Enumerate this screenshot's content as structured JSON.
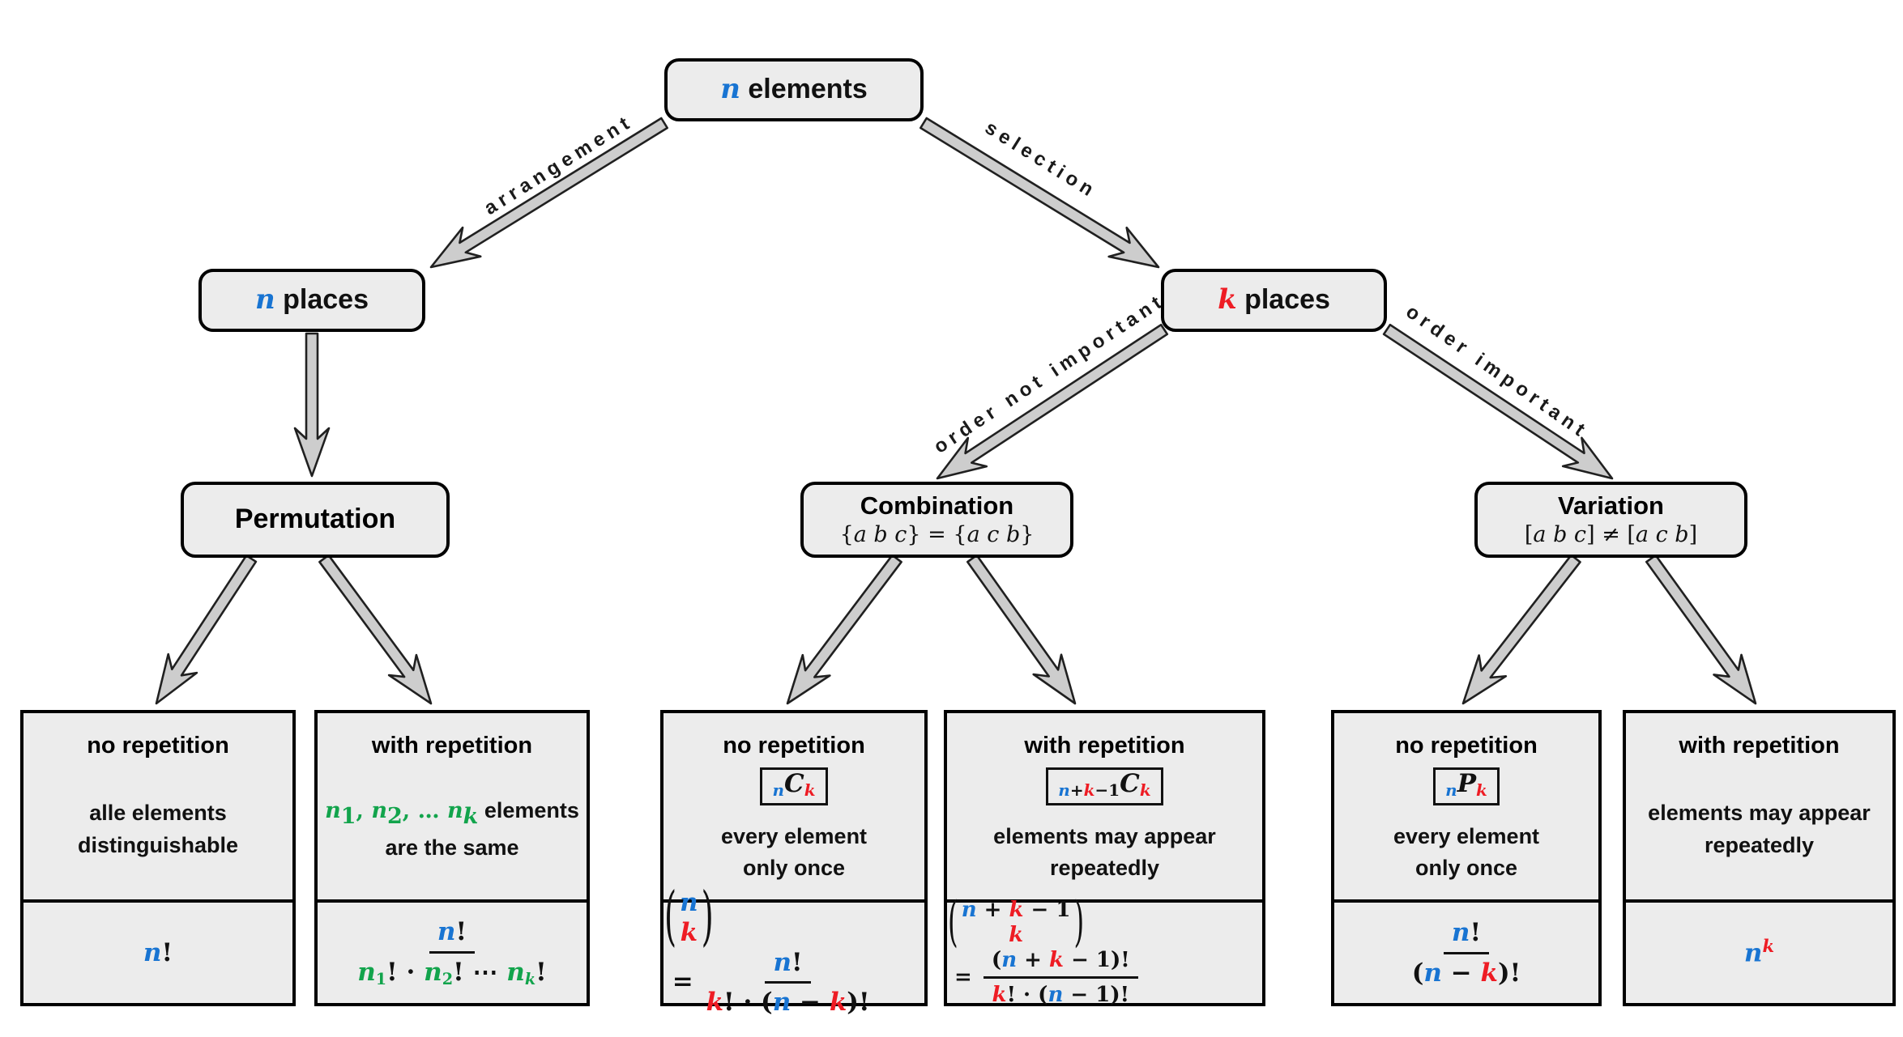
{
  "colors": {
    "blue": "#1874d2",
    "red": "#ee1c24",
    "green": "#12a44c",
    "box_fill": "#ececec",
    "arrow_fill": "#cdcdcd"
  },
  "edges": {
    "arrangement": "arrangement",
    "selection": "selection",
    "order_not_important": "order not important",
    "order_important": "order important"
  },
  "nodes": {
    "root": {
      "title": [
        {
          "t": "n",
          "c": "blue",
          "i": 1
        },
        {
          "t": " elements",
          "f": "sans"
        }
      ]
    },
    "n_places": {
      "title": [
        {
          "t": "n",
          "c": "blue",
          "i": 1
        },
        {
          "t": " places",
          "f": "sans"
        }
      ]
    },
    "k_places": {
      "title": [
        {
          "t": "k",
          "c": "red",
          "i": 1
        },
        {
          "t": " places",
          "f": "sans"
        }
      ]
    },
    "permutation": {
      "title": "Permutation"
    },
    "combination": {
      "title": "Combination",
      "subtitle": [
        {
          "t": "{"
        },
        {
          "t": "a b c",
          "i": 1
        },
        {
          "t": "} = {"
        },
        {
          "t": "a c b",
          "i": 1
        },
        {
          "t": "}"
        }
      ]
    },
    "variation": {
      "title": "Variation",
      "subtitle": [
        {
          "t": "["
        },
        {
          "t": "a b c",
          "i": 1
        },
        {
          "t": "] ≠ ["
        },
        {
          "t": "a c b",
          "i": 1
        },
        {
          "t": "]"
        }
      ]
    }
  },
  "leaves": [
    {
      "header": "no repetition",
      "desc": [
        {
          "t": "alle elements",
          "f": "sans"
        },
        {
          "br": 1
        },
        {
          "t": "distinguishable",
          "f": "sans"
        }
      ],
      "formula": [
        {
          "t": "n",
          "c": "blue",
          "i": 1
        },
        {
          "t": "!"
        }
      ]
    },
    {
      "header": "with repetition",
      "desc": [
        {
          "t": "n",
          "c": "green",
          "i": 1
        },
        {
          "t": "1",
          "c": "green",
          "sub": 1
        },
        {
          "t": ", ",
          "c": "green"
        },
        {
          "t": "n",
          "c": "green",
          "i": 1
        },
        {
          "t": "2",
          "c": "green",
          "sub": 1
        },
        {
          "t": ", … ",
          "c": "green"
        },
        {
          "t": "n",
          "c": "green",
          "i": 1
        },
        {
          "t": "k",
          "c": "green",
          "i": 1,
          "sub": 1
        },
        {
          "t": " elements",
          "f": "sans"
        },
        {
          "br": 1
        },
        {
          "t": "are the same",
          "f": "sans"
        }
      ],
      "formula": [
        {
          "frac": {
            "num": [
              {
                "t": "n",
                "c": "blue",
                "i": 1
              },
              {
                "t": "!"
              }
            ],
            "den": [
              {
                "t": "n",
                "c": "green",
                "i": 1
              },
              {
                "t": "1",
                "c": "green",
                "sub": 1
              },
              {
                "t": "! · "
              },
              {
                "t": "n",
                "c": "green",
                "i": 1
              },
              {
                "t": "2",
                "c": "green",
                "sub": 1
              },
              {
                "t": "! ⋯ "
              },
              {
                "t": "n",
                "c": "green",
                "i": 1
              },
              {
                "t": "k",
                "c": "green",
                "i": 1,
                "sub": 1
              },
              {
                "t": "!"
              }
            ]
          }
        }
      ]
    },
    {
      "header": "no repetition",
      "badge": [
        {
          "t": "n",
          "c": "blue",
          "i": 1,
          "sub": 1
        },
        {
          "t": "C",
          "i": 1
        },
        {
          "t": "k",
          "c": "red",
          "i": 1,
          "sub": 1
        }
      ],
      "desc": [
        {
          "t": "every element",
          "f": "sans"
        },
        {
          "br": 1
        },
        {
          "t": "only once",
          "f": "sans"
        }
      ],
      "formula": [
        {
          "binom": {
            "top": [
              {
                "t": "n",
                "c": "blue",
                "i": 1
              }
            ],
            "bottom": [
              {
                "t": "k",
                "c": "red",
                "i": 1
              }
            ]
          }
        },
        {
          "t": " = "
        },
        {
          "frac": {
            "num": [
              {
                "t": "n",
                "c": "blue",
                "i": 1
              },
              {
                "t": "!"
              }
            ],
            "den": [
              {
                "t": "k",
                "c": "red",
                "i": 1
              },
              {
                "t": "! · ("
              },
              {
                "t": "n",
                "c": "blue",
                "i": 1
              },
              {
                "t": " − "
              },
              {
                "t": "k",
                "c": "red",
                "i": 1
              },
              {
                "t": ")!"
              }
            ]
          }
        }
      ]
    },
    {
      "header": "with repetition",
      "badge": [
        {
          "t": "n",
          "c": "blue",
          "i": 1,
          "sub": 1
        },
        {
          "t": "+",
          "sub": 1
        },
        {
          "t": "k",
          "c": "red",
          "i": 1,
          "sub": 1
        },
        {
          "t": "−1",
          "sub": 1
        },
        {
          "t": "C",
          "i": 1
        },
        {
          "t": "k",
          "c": "red",
          "i": 1,
          "sub": 1
        }
      ],
      "desc": [
        {
          "t": "elements may appear",
          "f": "sans"
        },
        {
          "br": 1
        },
        {
          "t": "repeatedly",
          "f": "sans"
        }
      ],
      "formula": [
        {
          "binom": {
            "top": [
              {
                "t": "n",
                "c": "blue",
                "i": 1
              },
              {
                "t": " + "
              },
              {
                "t": "k",
                "c": "red",
                "i": 1
              },
              {
                "t": " − 1"
              }
            ],
            "bottom": [
              {
                "t": "k",
                "c": "red",
                "i": 1
              }
            ]
          }
        },
        {
          "t": " = "
        },
        {
          "frac": {
            "num": [
              {
                "t": "("
              },
              {
                "t": "n",
                "c": "blue",
                "i": 1
              },
              {
                "t": " + "
              },
              {
                "t": "k",
                "c": "red",
                "i": 1
              },
              {
                "t": " − 1)!"
              }
            ],
            "den": [
              {
                "t": "k",
                "c": "red",
                "i": 1
              },
              {
                "t": "! · ("
              },
              {
                "t": "n",
                "c": "blue",
                "i": 1
              },
              {
                "t": " − 1)!"
              }
            ]
          }
        }
      ]
    },
    {
      "header": "no repetition",
      "badge": [
        {
          "t": "n",
          "c": "blue",
          "i": 1,
          "sub": 1
        },
        {
          "t": "P",
          "i": 1
        },
        {
          "t": "k",
          "c": "red",
          "i": 1,
          "sub": 1
        }
      ],
      "desc": [
        {
          "t": "every element",
          "f": "sans"
        },
        {
          "br": 1
        },
        {
          "t": "only once",
          "f": "sans"
        }
      ],
      "formula": [
        {
          "frac": {
            "num": [
              {
                "t": "n",
                "c": "blue",
                "i": 1
              },
              {
                "t": "!"
              }
            ],
            "den": [
              {
                "t": "("
              },
              {
                "t": "n",
                "c": "blue",
                "i": 1
              },
              {
                "t": " − "
              },
              {
                "t": "k",
                "c": "red",
                "i": 1
              },
              {
                "t": ")!"
              }
            ]
          }
        }
      ]
    },
    {
      "header": "with repetition",
      "desc": [
        {
          "t": "elements may appear",
          "f": "sans"
        },
        {
          "br": 1
        },
        {
          "t": "repeatedly",
          "f": "sans"
        }
      ],
      "formula": [
        {
          "t": "n",
          "c": "blue",
          "i": 1
        },
        {
          "t": "k",
          "c": "red",
          "i": 1,
          "sup": 1
        }
      ]
    }
  ]
}
